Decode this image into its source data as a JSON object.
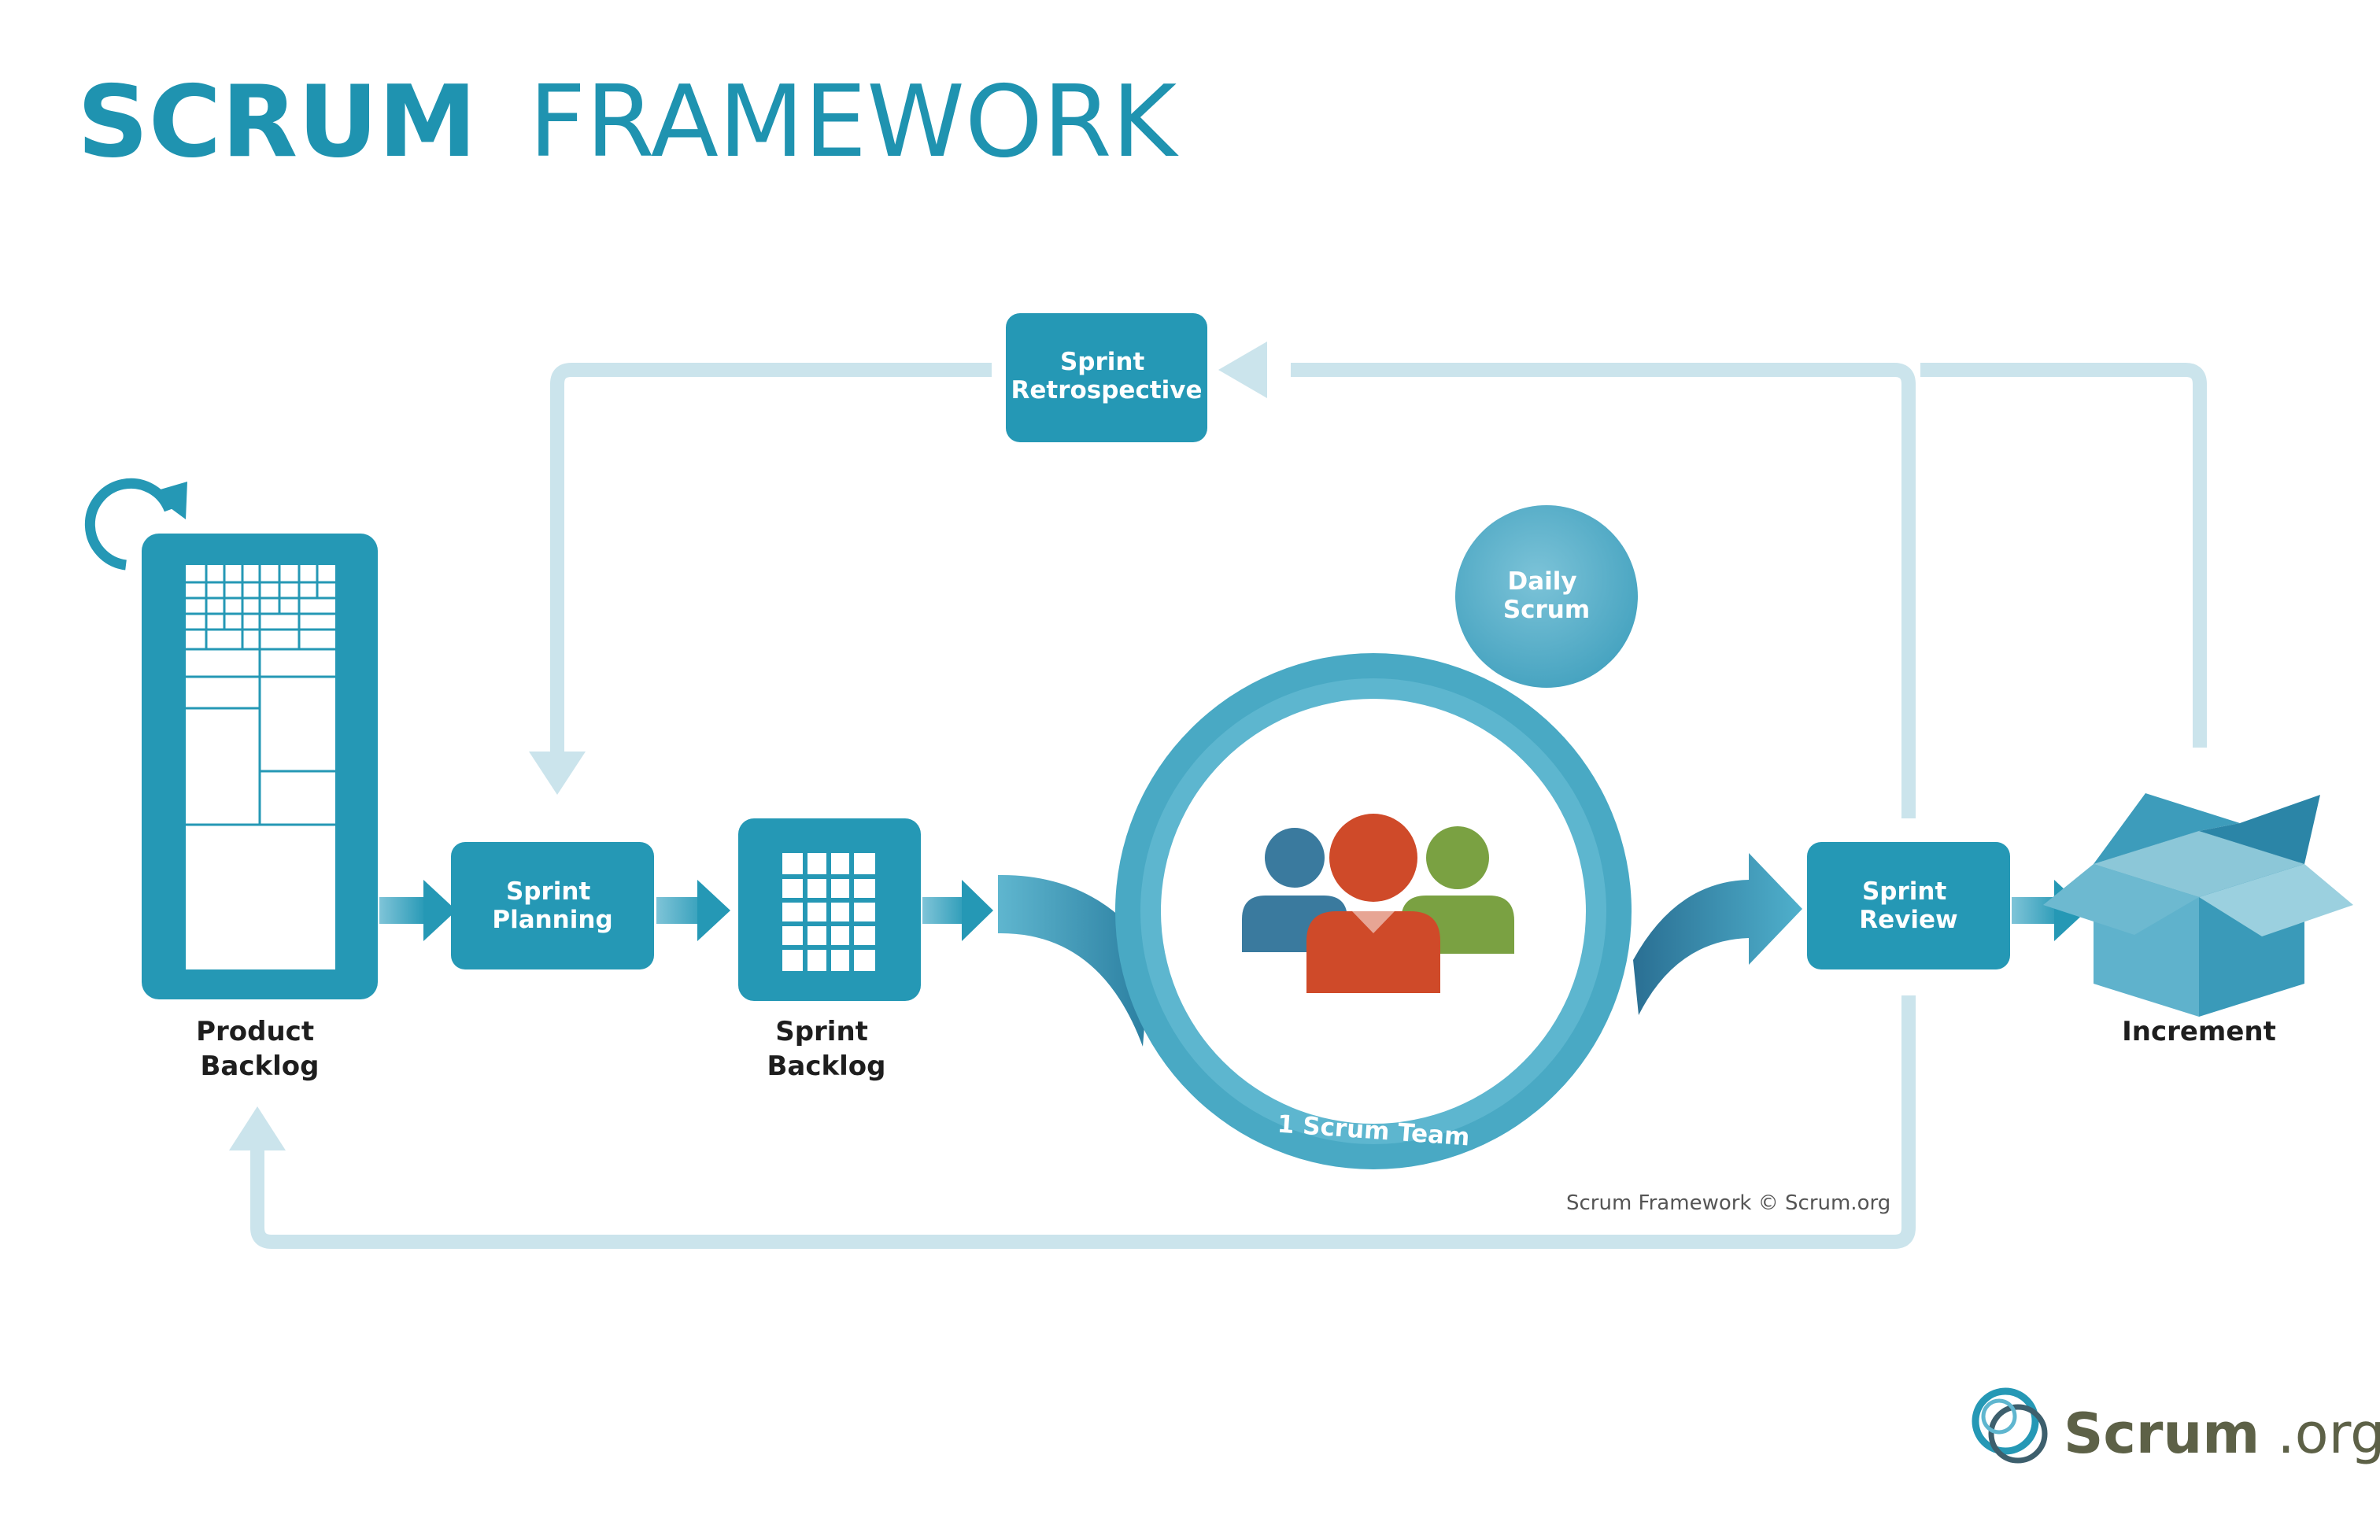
{
  "title": {
    "bold": "SCRUM",
    "light": "FRAMEWORK"
  },
  "colors": {
    "primary": "#2598b5",
    "title": "#1f93b0",
    "loop": "#cbe4ec",
    "label": "#1e1e1e",
    "member_blue": "#3a7a9e",
    "member_red": "#cf4a29",
    "member_green": "#7aa142",
    "daily": "#5aaec8",
    "logo_text": "#5d6147"
  },
  "nodes": {
    "product_backlog": {
      "label_line1": "Product",
      "label_line2": "Backlog"
    },
    "sprint_planning": {
      "line1": "Sprint",
      "line2": "Planning"
    },
    "sprint_backlog": {
      "label_line1": "Sprint",
      "label_line2": "Backlog"
    },
    "sprint_retrospective": {
      "line1": "Sprint",
      "line2": "Retrospective"
    },
    "daily_scrum": {
      "line1": "Daily",
      "line2": "Scrum"
    },
    "scrum_team": {
      "label": "1 Scrum Team"
    },
    "sprint_review": {
      "line1": "Sprint",
      "line2": "Review"
    },
    "increment": {
      "label": "Increment"
    }
  },
  "copyright": "Scrum Framework © Scrum.org",
  "logo": {
    "main": "Scrum",
    "suffix": ".org"
  }
}
